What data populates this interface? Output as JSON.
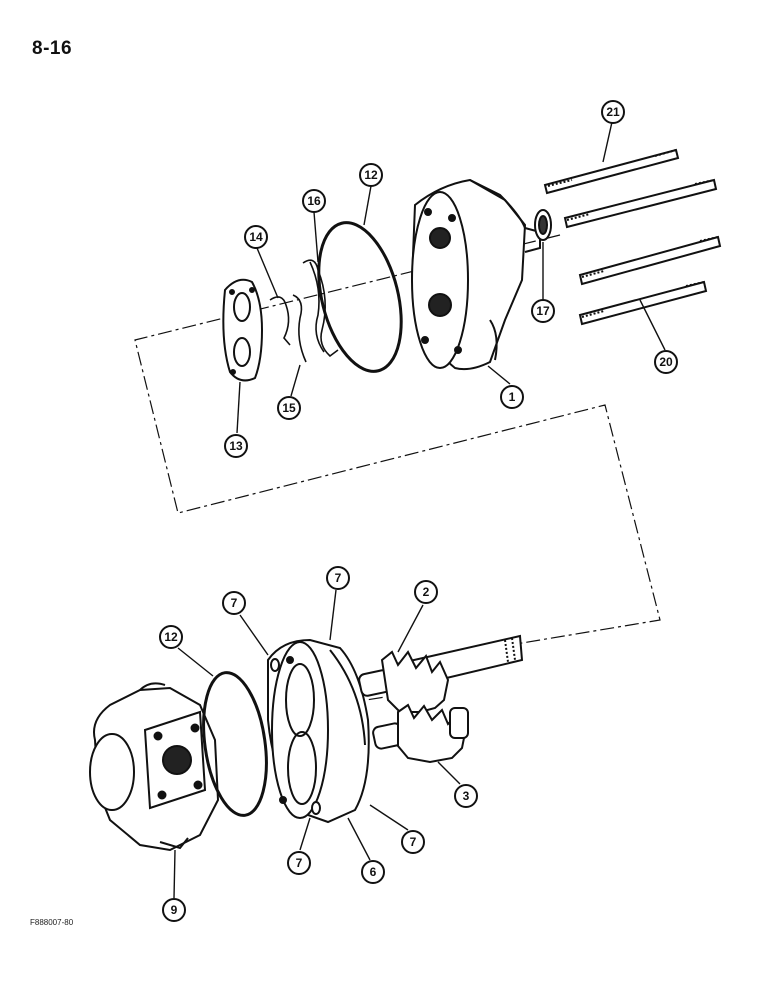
{
  "page_number": "8-16",
  "figure_code": "F888007-80",
  "callouts": {
    "c21": "21",
    "c16": "16",
    "c12_top": "12",
    "c14": "14",
    "c17": "17",
    "c20": "20",
    "c1": "1",
    "c15": "15",
    "c13": "13",
    "c7_a": "7",
    "c7_b": "7",
    "c2": "2",
    "c12_bottom": "12",
    "c3": "3",
    "c7_c": "7",
    "c7_d": "7",
    "c6": "6",
    "c9": "9"
  },
  "parts": {
    "rear_cover": "part-1",
    "drive_gear": "part-2",
    "driven_gear": "part-3",
    "gear_housing": "part-6",
    "dowel_pin": "part-7",
    "front_cover": "part-9",
    "o_ring": "part-12",
    "thrust_plate": "part-13",
    "back_up_gasket": "part-14",
    "protector_gasket": "part-15",
    "seal": "part-16",
    "shaft_seal": "part-17",
    "short_stud": "part-20",
    "long_stud": "part-21"
  }
}
